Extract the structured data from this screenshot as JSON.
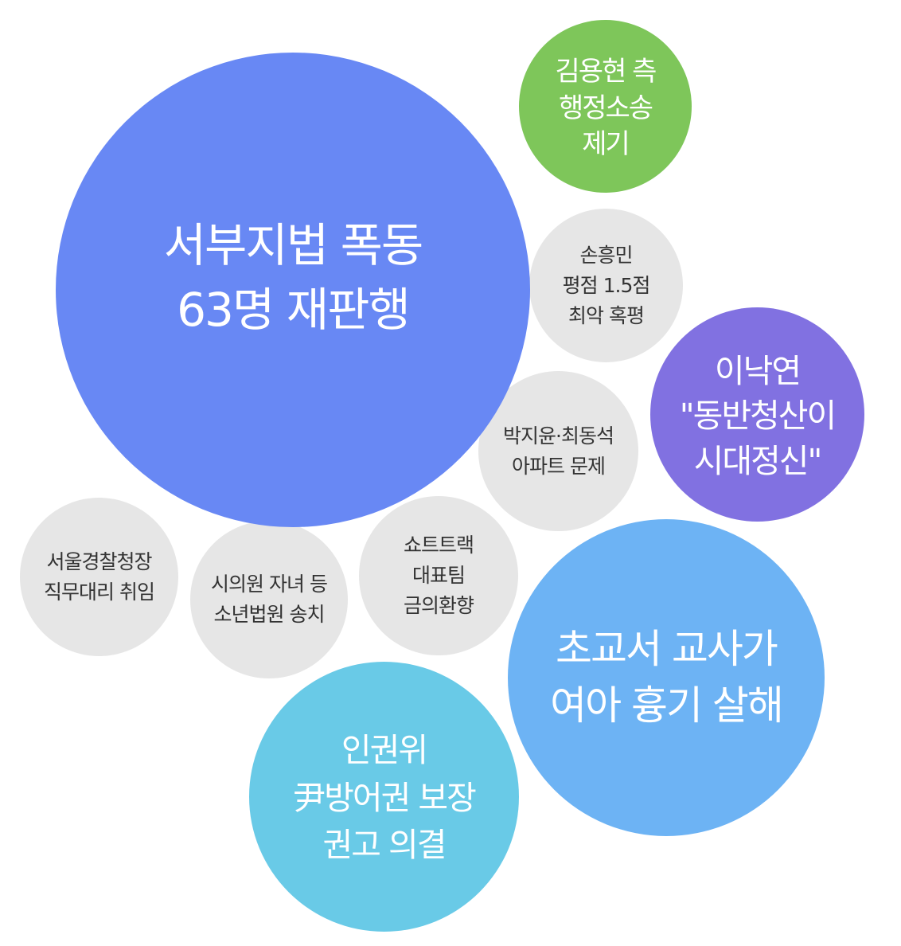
{
  "bubbles": {
    "main": {
      "text": "서부지법 폭동\n63명 재판행",
      "color": "#6384F4"
    },
    "green": {
      "text": "김용현 측\n행정소송\n제기",
      "color": "#7AC455"
    },
    "son": {
      "text": "손흥민\n평점 1.5점\n최악 혹평",
      "color": "#E6E6E6"
    },
    "purple": {
      "text": "이낙연\n\"동반청산이\n시대정신\"",
      "color": "#7D6CE0"
    },
    "park": {
      "text": "박지윤·최동석\n아파트 문제",
      "color": "#E6E6E6"
    },
    "seoul": {
      "text": "서울경찰청장\n직무대리 취임",
      "color": "#E6E6E6"
    },
    "city": {
      "text": "시의원 자녀 등\n소년법원 송치",
      "color": "#E6E6E6"
    },
    "short": {
      "text": "쇼트트랙\n대표팀\n금의환향",
      "color": "#E6E6E6"
    },
    "teacher": {
      "text": "초교서 교사가\n여아 흉기 살해",
      "color": "#68B1F4"
    },
    "human": {
      "text": "인권위\n尹방어권 보장\n권고 의결",
      "color": "#64C8E6"
    }
  }
}
